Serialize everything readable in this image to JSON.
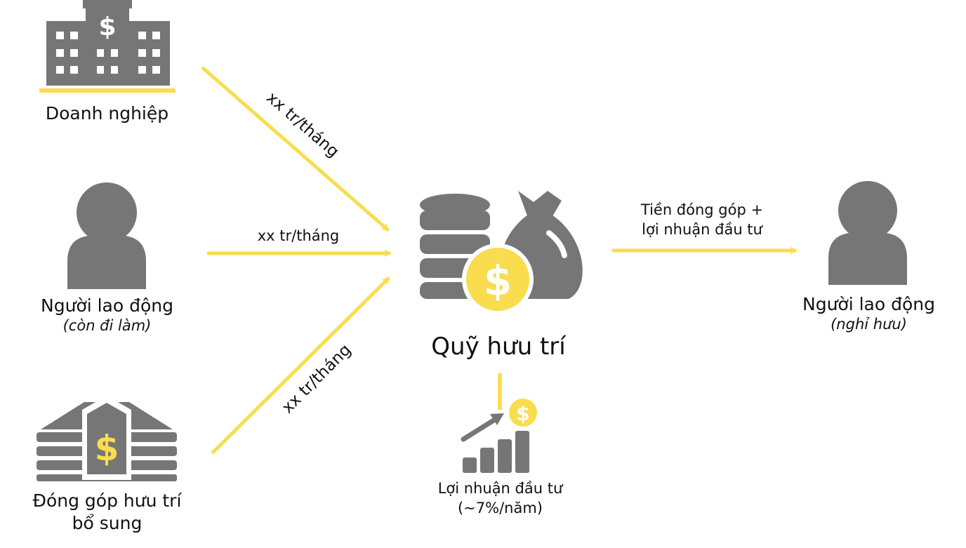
{
  "colors": {
    "accent": "#F9DD4E",
    "icon": "#767676",
    "text": "#111111",
    "background": "#ffffff"
  },
  "nodes": {
    "employer": {
      "label": "Doanh nghiệp",
      "icon": "office-building-dollar-icon"
    },
    "worker_active": {
      "label": "Người lao động",
      "note": "(còn đi làm)",
      "icon": "person-icon"
    },
    "supplement": {
      "label_line1": "Đóng góp hưu trí",
      "label_line2": "bổ sung",
      "icon": "money-stack-icon"
    },
    "fund": {
      "label": "Quỹ hưu trí",
      "icon": "coins-money-bag-icon"
    },
    "returns": {
      "label_line1": "Lợi nhuận đầu tư",
      "label_line2": "(~7%/năm)",
      "icon": "growth-chart-coin-icon"
    },
    "worker_retired": {
      "label": "Người lao động",
      "note": "(nghỉ hưu)",
      "icon": "person-icon"
    }
  },
  "flows": {
    "from_employer": "xx tr/tháng",
    "from_worker": "xx tr/tháng",
    "from_supplement": "xx tr/tháng",
    "payout_line1": "Tiền đóng góp +",
    "payout_line2": "lợi nhuận đầu tư"
  }
}
